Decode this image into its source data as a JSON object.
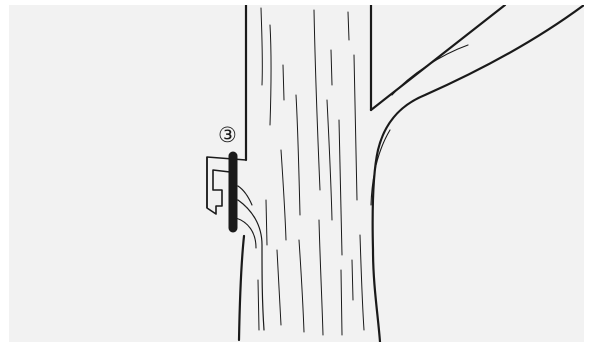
{
  "callout": {
    "label": "③"
  },
  "icons": {
    "tree": "tree-trunk-illustration",
    "bark_strap": "rubber-strap-band"
  }
}
